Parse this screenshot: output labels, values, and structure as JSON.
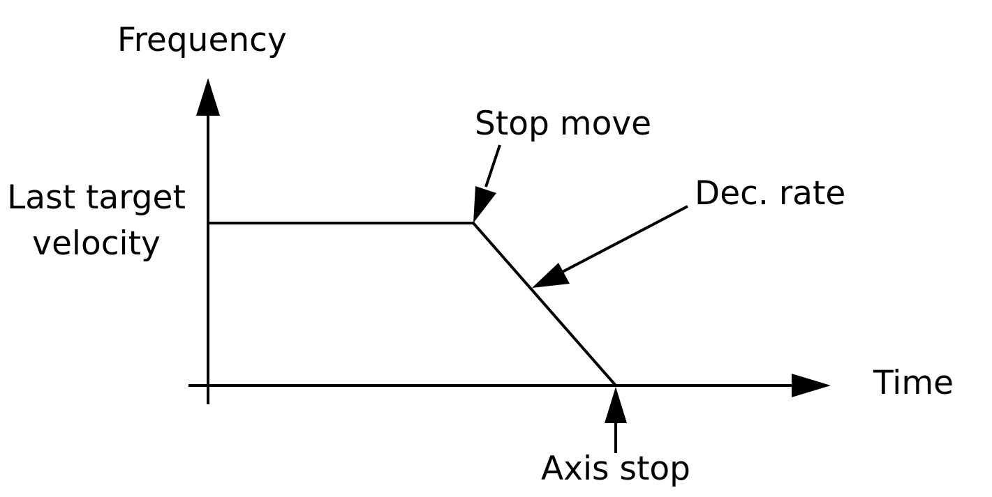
{
  "labels": {
    "y_axis": "Frequency",
    "x_axis": "Time",
    "level_line1": "Last target",
    "level_line2": "velocity",
    "stop_move": "Stop move",
    "dec_rate": "Dec. rate",
    "axis_stop": "Axis stop"
  },
  "colors": {
    "ink": "#000000",
    "background": "#ffffff"
  }
}
